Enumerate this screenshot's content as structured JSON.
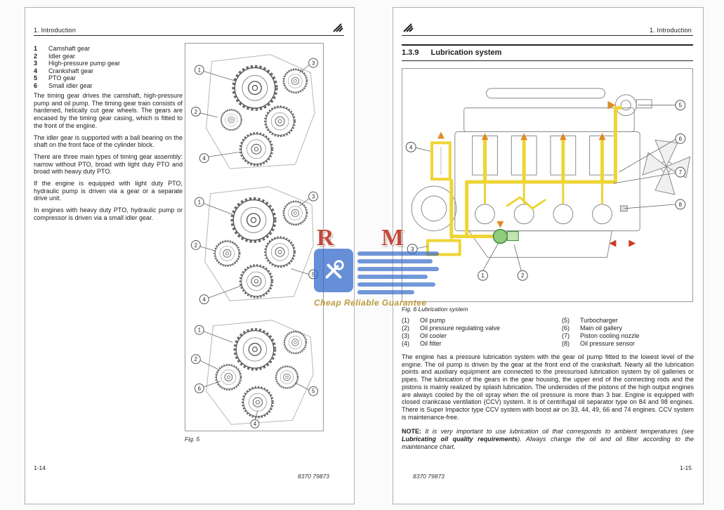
{
  "watermark": {
    "letter_r": "R",
    "letter_m": "M",
    "caption": "Cheap Reliable Guarantee"
  },
  "left_page": {
    "header": "1. Introduction",
    "gear_list": [
      {
        "num": "1",
        "label": "Camshaft gear"
      },
      {
        "num": "2",
        "label": "Idler gear"
      },
      {
        "num": "3",
        "label": "High-pressure pump gear"
      },
      {
        "num": "4",
        "label": "Crankshaft gear"
      },
      {
        "num": "5",
        "label": "PTO gear"
      },
      {
        "num": "6",
        "label": "Small idler gear"
      }
    ],
    "paragraphs": [
      "The timing gear drives the camshaft, high-pressure pump and oil pump. The timing gear train consists of hardened, helically cut gear wheels. The gears are encased by the timing gear casing, which is fitted to the front of the engine.",
      "The idler gear is supported with a ball bearing on the shaft on the front face of the cylinder block.",
      "There are three main types of timing gear assembly: narrow without PTO, broad with light duty PTO and broad with heavy duty PTO.",
      "If the engine is equipped with light duty PTO, hydraulic pump is driven via a gear or a separate drive unit.",
      "In engines with heavy duty PTO, hydraulic pump or compressor is driven via a small idler gear."
    ],
    "fig_caption": "Fig. 5",
    "fig_callouts": {
      "top": [
        "1",
        "2",
        "3",
        "4"
      ],
      "middle": [
        "1",
        "2",
        "3",
        "5",
        "4"
      ],
      "bottom": [
        "1",
        "2",
        "6",
        "5",
        "4"
      ]
    },
    "footer_page": "1-14",
    "footer_code": "8370 79873"
  },
  "right_page": {
    "header": "1. Introduction",
    "section_number": "1.3.9",
    "section_title": "Lubrication system",
    "fig_caption": "Fig. 6 Lubrication system",
    "fig_callouts": [
      "1",
      "2",
      "3",
      "4",
      "5",
      "6",
      "7",
      "8"
    ],
    "legend_left": [
      {
        "num": "(1)",
        "label": "Oil pump"
      },
      {
        "num": "(2)",
        "label": "Oil pressure regulating valve"
      },
      {
        "num": "(3)",
        "label": "Oil cooler"
      },
      {
        "num": "(4)",
        "label": "Oil filter"
      }
    ],
    "legend_right": [
      {
        "num": "(5)",
        "label": "Turbocharger"
      },
      {
        "num": "(6)",
        "label": "Main oil gallery"
      },
      {
        "num": "(7)",
        "label": "Piston cooling nozzle"
      },
      {
        "num": "(8)",
        "label": "Oil pressure sensor"
      }
    ],
    "body": "The engine has a pressure lubrication system with the gear oil pump fitted to the lowest level of the engine. The oil pump is driven by the gear at the front end of the crankshaft. Nearly all the lubrication points and auxiliary equipment are connected to the pressurised lubrication system by oil galleries or pipes. The lubrication of the gears in the gear housing, the upper end of the connecting rods and the pistons is mainly realized by splash lubrication. The undersides of the pistons of the high output engines are always cooled by the oil spray when the oil pressure is more than 3 bar. Engine is equipped with closed crankcase ventilation (CCV) system. It is of centrifugal oil separator type on 84 and 98 engines. There is Super Impactor type CCV system with boost air on 33, 44, 49, 66 and 74 engines. CCV system is maintenance-free.",
    "note": {
      "label": "NOTE:",
      "text1": " It is very important to use lubrication oil that corresponds to ambient temperatures (see ",
      "bold": "Lubricating oil quality requirements",
      "text2": "). Always change the oil and oil filter according to the maintenance chart."
    },
    "footer_code": "8370 79873",
    "footer_page": "1-15"
  }
}
